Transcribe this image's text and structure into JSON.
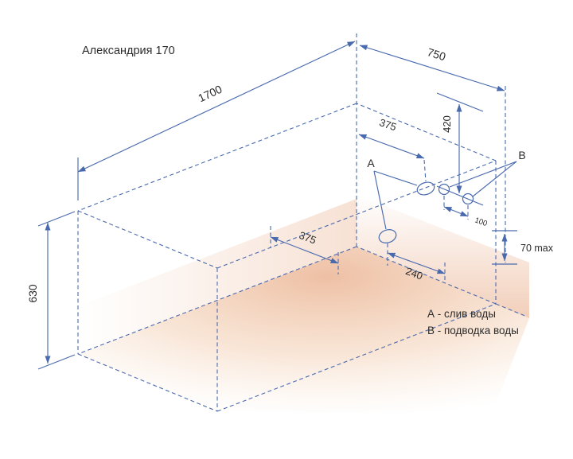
{
  "title": "Александрия 170",
  "dimensions": {
    "length": "1700",
    "width": "750",
    "height": "630",
    "supply_height": "420",
    "supply_wall_offset": "375",
    "drain_floor_offset": "375",
    "drain_end_offset": "240",
    "supply_spacing": "100",
    "drain_gap": "70 max"
  },
  "points": {
    "a_label": "А",
    "b_label": "B"
  },
  "legend": {
    "a": "А - слив воды",
    "b": "B - подводка воды"
  },
  "colors": {
    "line_blue": "#4a6aae",
    "text": "#2b2b2b",
    "floor_shade": "#e08c5a",
    "background": "#ffffff"
  }
}
